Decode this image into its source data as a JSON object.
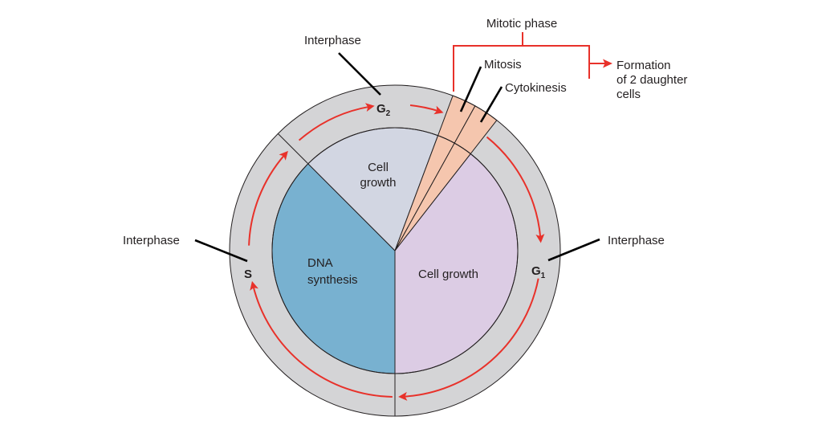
{
  "title": "Cell cycle",
  "colors": {
    "ring": "#d4d4d6",
    "g1_fill": "#dccce4",
    "s_fill": "#78b1d0",
    "g2_fill": "#d2d6e2",
    "mitotic_fill": "#f5c6ae",
    "arrow_red": "#e8312a",
    "outline": "#231f20"
  },
  "stages": [
    {
      "id": "g1",
      "phase_label": "G",
      "phase_sub": "1",
      "inner_label": [
        "Cell growth"
      ],
      "start_deg": 38,
      "end_deg": 180,
      "fill_key": "g1_fill"
    },
    {
      "id": "s",
      "phase_label": "S",
      "phase_sub": "",
      "inner_label": [
        "DNA",
        "synthesis"
      ],
      "start_deg": 180,
      "end_deg": 315,
      "fill_key": "s_fill"
    },
    {
      "id": "g2",
      "phase_label": "G",
      "phase_sub": "2",
      "inner_label": [
        "Cell",
        "growth"
      ],
      "start_deg": 315,
      "end_deg": 380.5,
      "fill_key": "g2_fill"
    },
    {
      "id": "mitosis",
      "label": "Mitosis",
      "start_deg": 20.5,
      "end_deg": 29,
      "fill_key": "mitotic_fill"
    },
    {
      "id": "cytokinesis",
      "label": "Cytokinesis",
      "start_deg": 29,
      "end_deg": 38,
      "fill_key": "mitotic_fill"
    }
  ],
  "cycle_arrows": [
    {
      "from_deg": 181,
      "to_deg": 258
    },
    {
      "from_deg": 272,
      "to_deg": 313
    },
    {
      "from_deg": 319,
      "to_deg": 352
    },
    {
      "from_deg": 6,
      "to_deg": 19.4
    },
    {
      "from_deg": 39,
      "to_deg": 87
    },
    {
      "from_deg": 101,
      "to_deg": 178.7
    }
  ],
  "labels": {
    "interphase_top": "Interphase",
    "interphase_left": "Interphase",
    "interphase_right": "Interphase",
    "mitotic_phase": "Mitotic phase",
    "mitosis": "Mitosis",
    "cytokinesis": "Cytokinesis",
    "formation": [
      "Formation",
      "of 2 daughter",
      "cells"
    ],
    "g1_main": "G",
    "g1_sub": "1",
    "g2_main": "G",
    "g2_sub": "2",
    "s": "S",
    "g1_inner": "Cell growth",
    "s_inner_1": "DNA",
    "s_inner_2": "synthesis",
    "g2_inner_1": "Cell",
    "g2_inner_2": "growth"
  }
}
